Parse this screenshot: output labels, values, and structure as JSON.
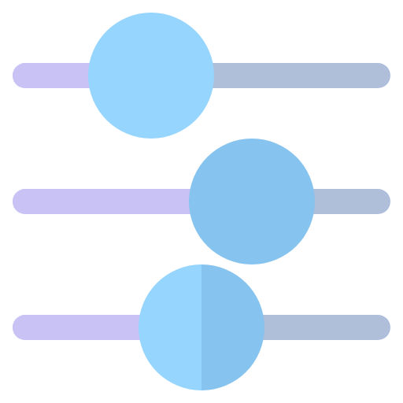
{
  "icon": "sliders-icon",
  "colors": {
    "track_left": "#C8C3F4",
    "track_right": "#AFBED9",
    "knob_light": "#96D5FD",
    "knob_dark": "#86C3EE"
  },
  "sliders": [
    {
      "value": 0.3,
      "knob": "knob_light"
    },
    {
      "value": 0.7,
      "knob": "knob_dark"
    },
    {
      "value": 0.5,
      "knob": "split"
    }
  ]
}
